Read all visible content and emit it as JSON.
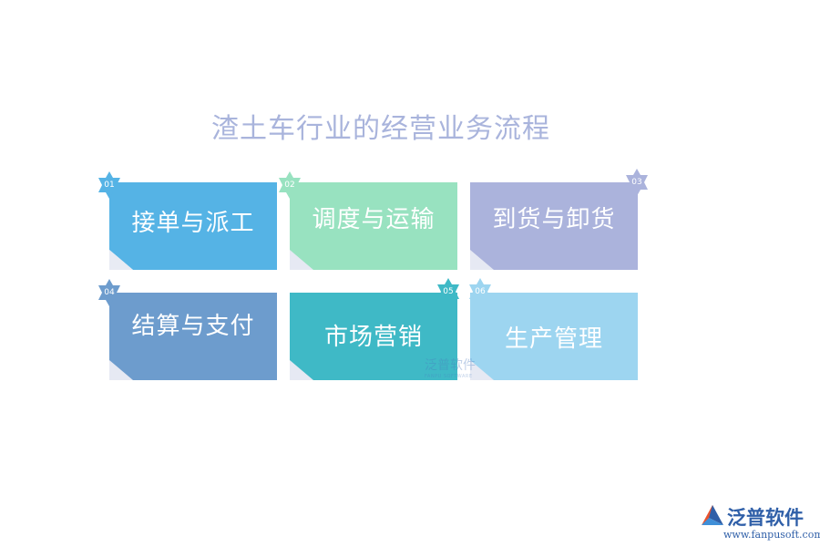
{
  "title": "渣土车行业的经营业务流程",
  "steps": [
    {
      "num": "01",
      "label": "接单与派工",
      "color": "#55b3e5",
      "badge": "#55b3e5"
    },
    {
      "num": "02",
      "label": "调度与运输",
      "color": "#98e2c0",
      "badge": "#98e2c0"
    },
    {
      "num": "03",
      "label": "到货与卸货",
      "color": "#abb3dc",
      "badge": "#abb3dc"
    },
    {
      "num": "04",
      "label": "结算与支付",
      "color": "#6d9ccd",
      "badge": "#6d9ccd"
    },
    {
      "num": "05",
      "label": "市场营销",
      "color": "#3fb9c6",
      "badge": "#3fb9c6"
    },
    {
      "num": "06",
      "label": "生产管理",
      "color": "#9dd5f0",
      "badge": "#9dd5f0"
    }
  ],
  "watermark": {
    "name": "泛普软件",
    "sub": "FANPU SOFTWARE"
  },
  "brand": {
    "name": "泛普软件",
    "url": "www.fanpusoft.com",
    "icon": "fanpu-logo-icon"
  }
}
